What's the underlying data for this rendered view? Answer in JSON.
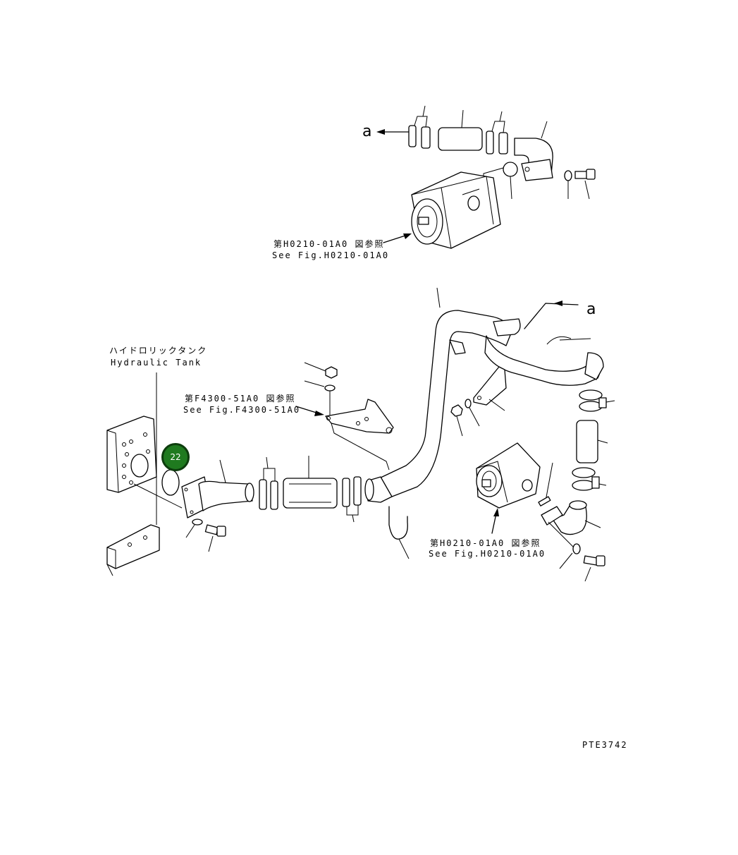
{
  "drawing": {
    "ref_letter_top": "a",
    "ref_letter_right": "a",
    "upper_pump_ref_jp": "第H0210-01A0 図参照",
    "upper_pump_ref_en": "See Fig.H0210-01A0",
    "hydraulic_tank_jp": "ハイドロリックタンク",
    "hydraulic_tank_en": "Hydraulic Tank",
    "bracket_ref_jp": "第F4300-51A0 図参照",
    "bracket_ref_en": "See Fig.F4300-51A0",
    "lower_pump_ref_jp": "第H0210-01A0 図参照",
    "lower_pump_ref_en": "See Fig.H0210-01A0",
    "drawing_code": "PTE3742"
  },
  "callouts": [
    {
      "number": "22",
      "color": "#1f7a1f"
    }
  ]
}
